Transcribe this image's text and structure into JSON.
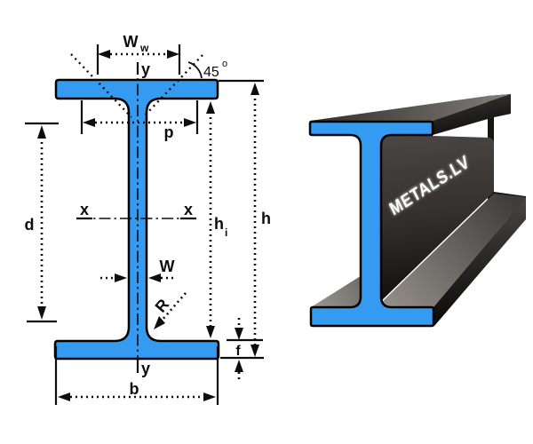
{
  "cross_section": {
    "labels": {
      "flange_neck_width_main": "W",
      "flange_neck_width_sub": "w",
      "y_axis_top": "y",
      "angle_value": "45",
      "angle_degree_symbol": "o",
      "web_junction_width": "p",
      "inner_web_depth": "d",
      "x_axis_left": "x",
      "x_axis_right": "x",
      "web_thickness": "W",
      "root_radius": "R",
      "inner_height_main": "h",
      "inner_height_sub": "i",
      "total_height": "h",
      "flange_thickness": "f",
      "y_axis_bottom": "y",
      "flange_width": "b"
    },
    "colors": {
      "profile_fill": "#359bf0",
      "outline": "#000000",
      "annotation": "#0d0d0d"
    }
  },
  "beam_3d": {
    "brand_text": "METALS.LV",
    "colors": {
      "front_fill": "#359bf0",
      "outline": "#000000",
      "steel_far_end": "#161514",
      "steel_top_near": "#312e2b",
      "steel_top_far": "#827e79",
      "steel_web_top": "#4a4643",
      "steel_web_mid": "#34312e",
      "steel_web_bottom": "#0e0c0a",
      "steel_flange_light": "#948f8b",
      "steel_flange_dark": "#3f3c39",
      "brand_text_color": "#ffffff"
    }
  }
}
